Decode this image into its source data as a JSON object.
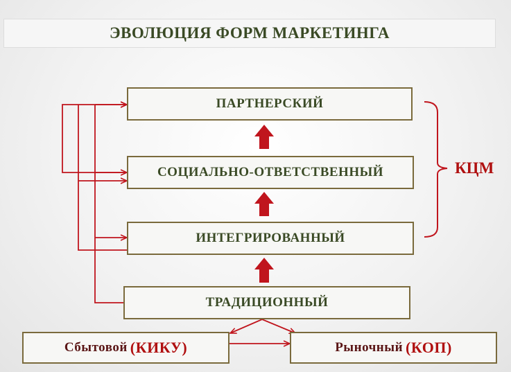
{
  "title": "ЭВОЛЮЦИЯ ФОРМ МАРКЕТИНГА",
  "levels": {
    "partner": "ПАРТНЕРСКИЙ",
    "social": "СОЦИАЛЬНО-ОТВЕТСТВЕННЫЙ",
    "integrated": "ИНТЕГРИРОВАННЫЙ",
    "traditional": "ТРАДИЦИОННЫЙ"
  },
  "bottom": {
    "left": {
      "text": "Сбытовой",
      "accent": "(КИКУ)"
    },
    "right": {
      "text": "Рыночный",
      "accent": "(КОП)"
    }
  },
  "bracket_label": "КЦМ",
  "colors": {
    "connector": "#c0151d",
    "box_border": "#7a6a3c",
    "box_text": "#3a4a25",
    "accent": "#b01010"
  }
}
